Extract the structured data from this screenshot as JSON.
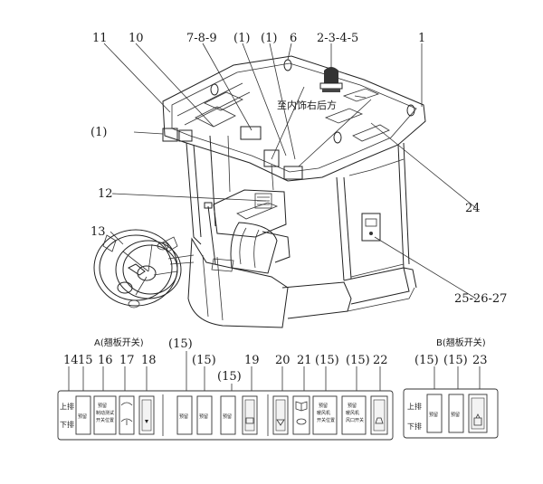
{
  "callouts": {
    "c11": "11",
    "c10": "10",
    "c789": "7-8-9",
    "c1a": "(1)",
    "c1b": "(1)",
    "c6": "6",
    "c2345": "2-3-4-5",
    "c1top": "1",
    "c1left": "(1)",
    "c12": "12",
    "c13": "13",
    "c24": "24",
    "c252627": "25-26-27"
  },
  "roof_note": "至内饰右后方",
  "panel_a": {
    "title": "A(翘板开关)",
    "row_upper": "上排",
    "row_lower": "下排",
    "nums": {
      "n14": "14",
      "n15": "15",
      "n16": "16",
      "n17": "17",
      "n18": "18",
      "n15b": "(15)",
      "n15c": "(15)",
      "n15d": "(15)",
      "n19": "19",
      "n20": "20",
      "n21": "21",
      "n15e": "(15)",
      "n15f": "(15)",
      "n22": "22"
    },
    "switch_texts": {
      "s1": "预留",
      "s2": [
        "预留",
        "制动测试",
        "开关位置"
      ],
      "s3": "预留",
      "s4": "预留",
      "s5": "预留",
      "s6": [
        "预留",
        "暖风机",
        "开关位置"
      ],
      "s7": [
        "预留",
        "暖风机",
        "风口开关"
      ]
    }
  },
  "panel_b": {
    "title": "B(翘板开关)",
    "row_upper": "上排",
    "row_lower": "下排",
    "nums": {
      "n15g": "(15)",
      "n15h": "(15)",
      "n23": "23"
    },
    "switch_texts": {
      "s1": "预留",
      "s2": "预留"
    }
  }
}
